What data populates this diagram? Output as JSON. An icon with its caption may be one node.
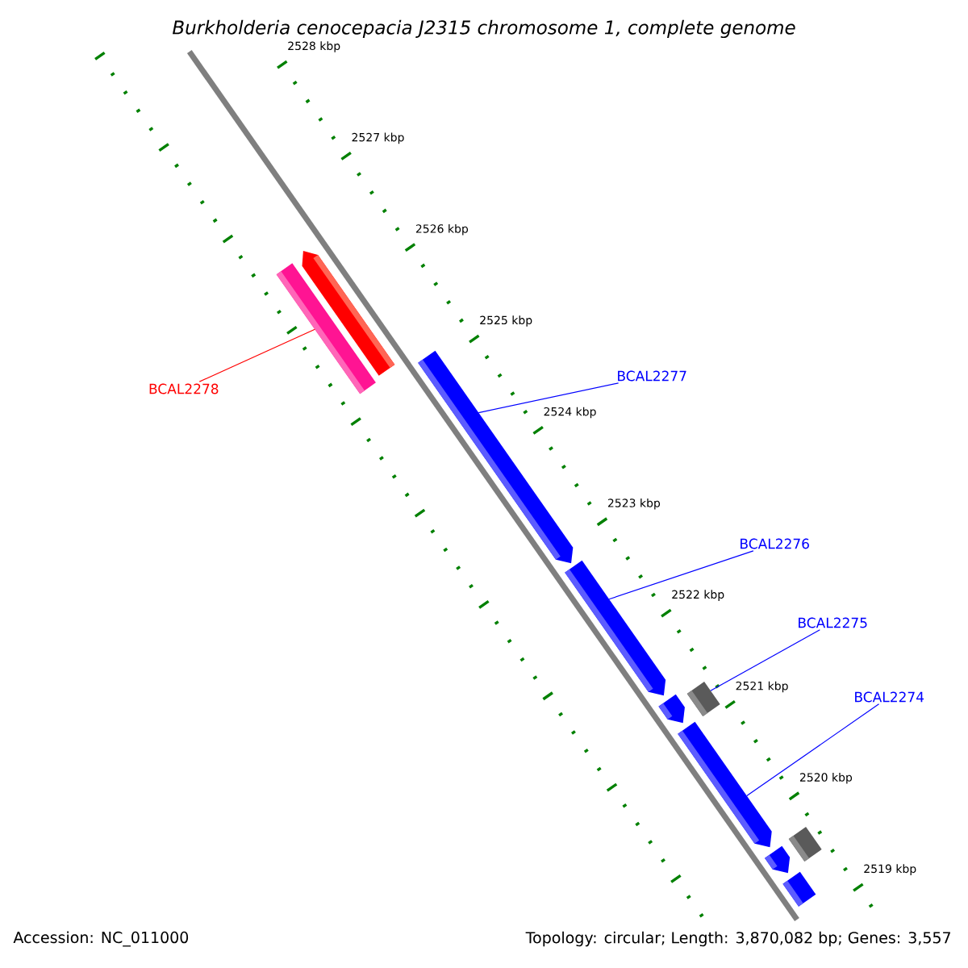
{
  "diagram": {
    "title": "Burkholderia cenocepacia J2315 chromosome 1, complete genome",
    "nodes": [
      {
        "text": [
          "BCAL2278"
        ]
      },
      {
        "text": [],
        "shape": "pentagon"
      },
      {
        "text": [],
        "shape": "bar"
      },
      {
        "text": [
          "BCAL2277"
        ]
      },
      {
        "text": [],
        "shape": "pentagon"
      },
      {
        "text": [
          "BCAL2276"
        ]
      },
      {
        "text": [],
        "shape": "pentagon"
      },
      {
        "text": [
          "BCAL2275"
        ]
      },
      {
        "text": [],
        "shape": "pentagon"
      },
      {
        "text": [],
        "shape": "box"
      },
      {
        "text": [
          "BCAL2274"
        ]
      },
      {
        "text": [],
        "shape": "pentagon"
      },
      {
        "text": [],
        "shape": "pentagon"
      },
      {
        "text": [],
        "shape": "box"
      },
      {
        "text": [],
        "shape": "bar"
      }
    ],
    "edges": [
      {
        "from": 0,
        "to": 2,
        "arrow": "none",
        "color": "#ff0000"
      },
      {
        "from": 3,
        "to": 4,
        "arrow": "none"
      },
      {
        "from": 5,
        "to": 6,
        "arrow": "none"
      },
      {
        "from": 7,
        "to": 9,
        "arrow": "none"
      },
      {
        "from": 10,
        "to": 11,
        "arrow": "none"
      }
    ],
    "labels": [
      "2528 kbp",
      "2527 kbp",
      "2526 kbp",
      "2525 kbp",
      "2524 kbp",
      "2523 kbp",
      "2522 kbp",
      "2521 kbp",
      "2520 kbp",
      "2519 kbp",
      "Accession: NC_011000",
      "Topology: circular; Length: 3,870,082 bp; Genes: 3,557"
    ]
  }
}
